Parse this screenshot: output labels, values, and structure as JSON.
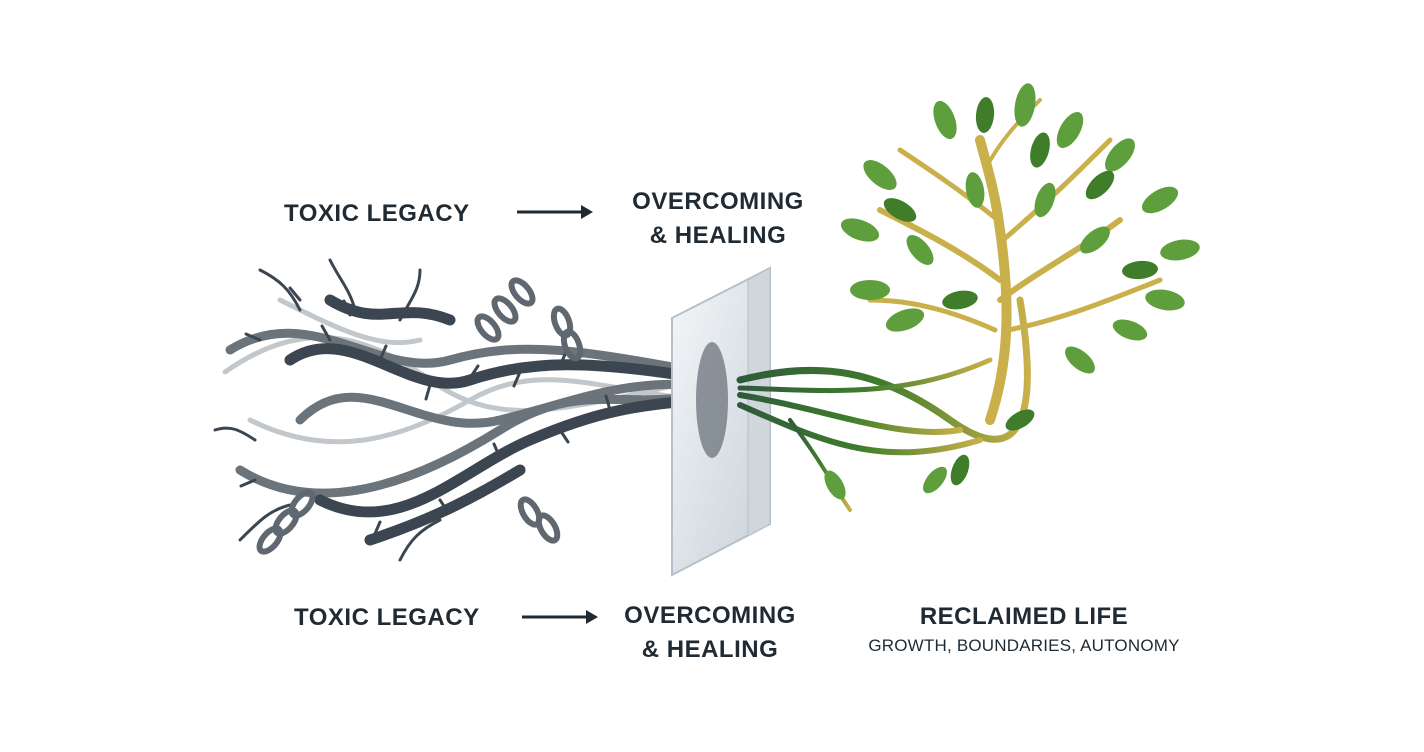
{
  "top_row": {
    "left_label": "TOXIC LEGACY",
    "right_label_line1": "OVERCOMING",
    "right_label_line2": "& HEALING"
  },
  "bottom_row": {
    "left_label": "TOXIC LEGACY",
    "middle_label_line1": "OVERCOMING",
    "middle_label_line2": "& HEALING",
    "right_title": "RECLAIMED LIFE",
    "right_subtitle": "GROWTH, BOUNDARIES, AUTONOMY"
  },
  "colors": {
    "text": "#1f2a33",
    "thorn_dark": "#3c4650",
    "thorn_mid": "#6b737b",
    "thorn_light": "#a9afb5",
    "leaf_green": "#5f9e3c",
    "leaf_dark": "#3f7d2b",
    "branch_gold": "#c9b04a",
    "glass": "#e3e8ec"
  },
  "icons": [
    "thorn-vines",
    "broken-chain",
    "glass-barrier",
    "tree"
  ]
}
